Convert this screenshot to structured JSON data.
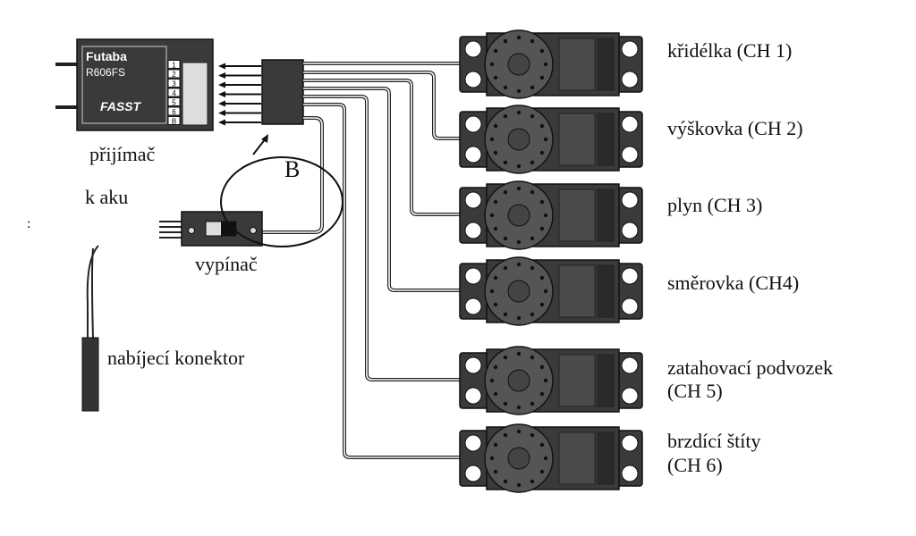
{
  "receiver": {
    "label": "přijímač",
    "brand": "Futaba",
    "model": "R606FS",
    "logo": "FASST",
    "channels": [
      "1",
      "2",
      "3",
      "4",
      "5",
      "6",
      "B"
    ]
  },
  "battery_label": "k aku",
  "switch_label": "vypínač",
  "charge_connector_label": "nabíjecí konektor",
  "marker_label": "B",
  "colon_mark": ":",
  "servos": [
    {
      "label": "křidélka (CH 1)"
    },
    {
      "label": "výškovka (CH 2)"
    },
    {
      "label": "plyn (CH 3)"
    },
    {
      "label": "směrovka (CH4)"
    },
    {
      "label": "zatahovací podvozek",
      "label2": "(CH 5)"
    },
    {
      "label": "brzdící štíty",
      "label2": "(CH 6)"
    }
  ]
}
